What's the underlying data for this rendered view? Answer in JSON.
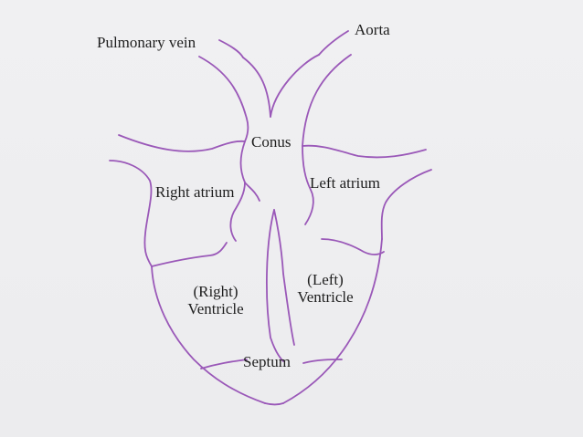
{
  "diagram": {
    "stroke_color": "#9a58b8",
    "labels": {
      "pulmonary_vein": "Pulmonary vein",
      "aorta": "Aorta",
      "conus": "Conus",
      "right_atrium": "Right atrium",
      "left_atrium": "Left atrium",
      "right_ventricle_line1": "(Right)",
      "right_ventricle_line2": "Ventricle",
      "left_ventricle_line1": "(Left)",
      "left_ventricle_line2": "Ventricle",
      "septum": "Septum"
    }
  }
}
